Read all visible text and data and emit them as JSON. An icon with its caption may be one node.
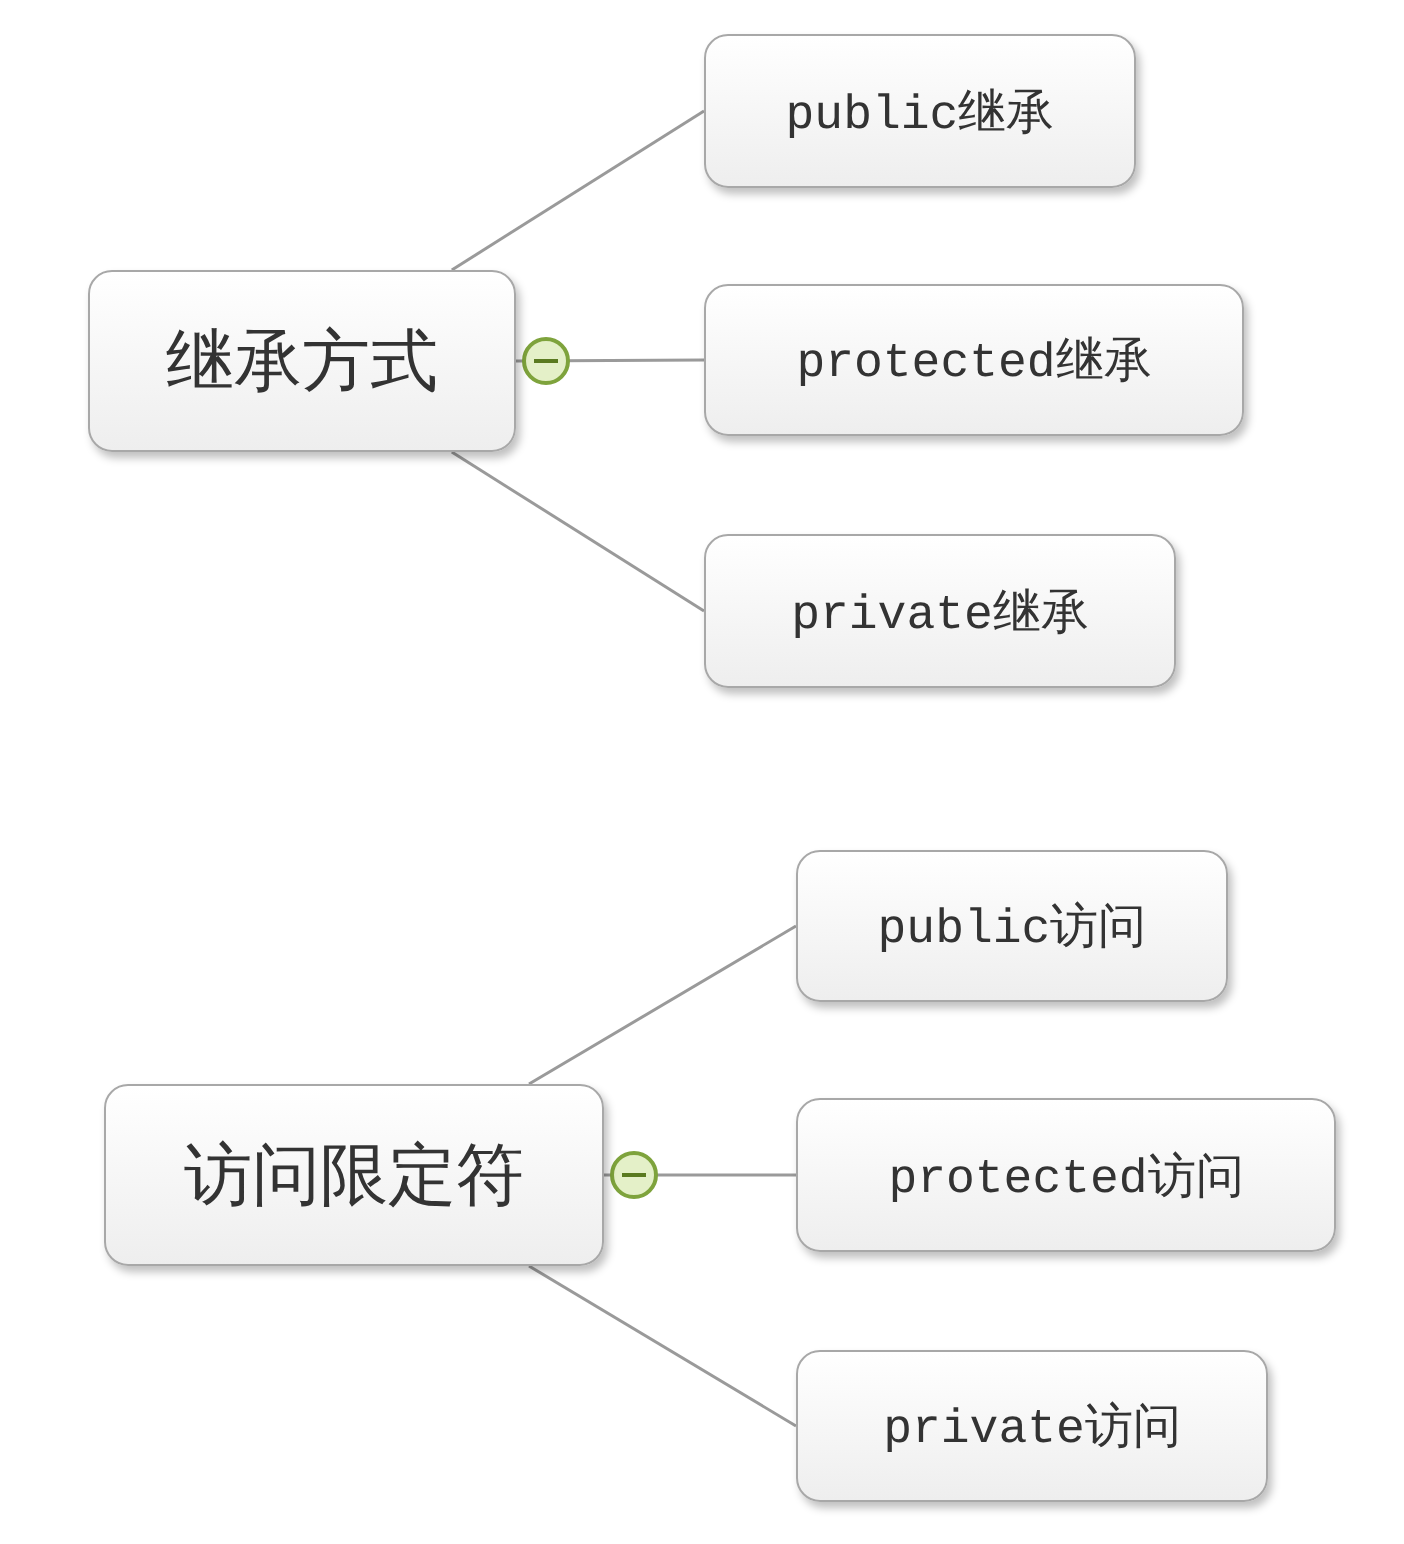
{
  "diagram": {
    "nodes": [
      {
        "text": [
          "继承方式"
        ]
      },
      {
        "text": [
          "public继承"
        ]
      },
      {
        "text": [
          "protected继承"
        ]
      },
      {
        "text": [
          "private继承"
        ]
      },
      {
        "text": [
          "访问限定符"
        ]
      },
      {
        "text": [
          "public访问"
        ]
      },
      {
        "text": [
          "protected访问"
        ]
      },
      {
        "text": [
          "private访问"
        ]
      }
    ],
    "edges": [
      {
        "from": 0,
        "to": 1,
        "arrow": "none"
      },
      {
        "from": 0,
        "to": 2,
        "arrow": "none"
      },
      {
        "from": 0,
        "to": 3,
        "arrow": "none"
      },
      {
        "from": 4,
        "to": 5,
        "arrow": "none"
      },
      {
        "from": 4,
        "to": 6,
        "arrow": "none"
      },
      {
        "from": 4,
        "to": 7,
        "arrow": "none"
      }
    ]
  }
}
